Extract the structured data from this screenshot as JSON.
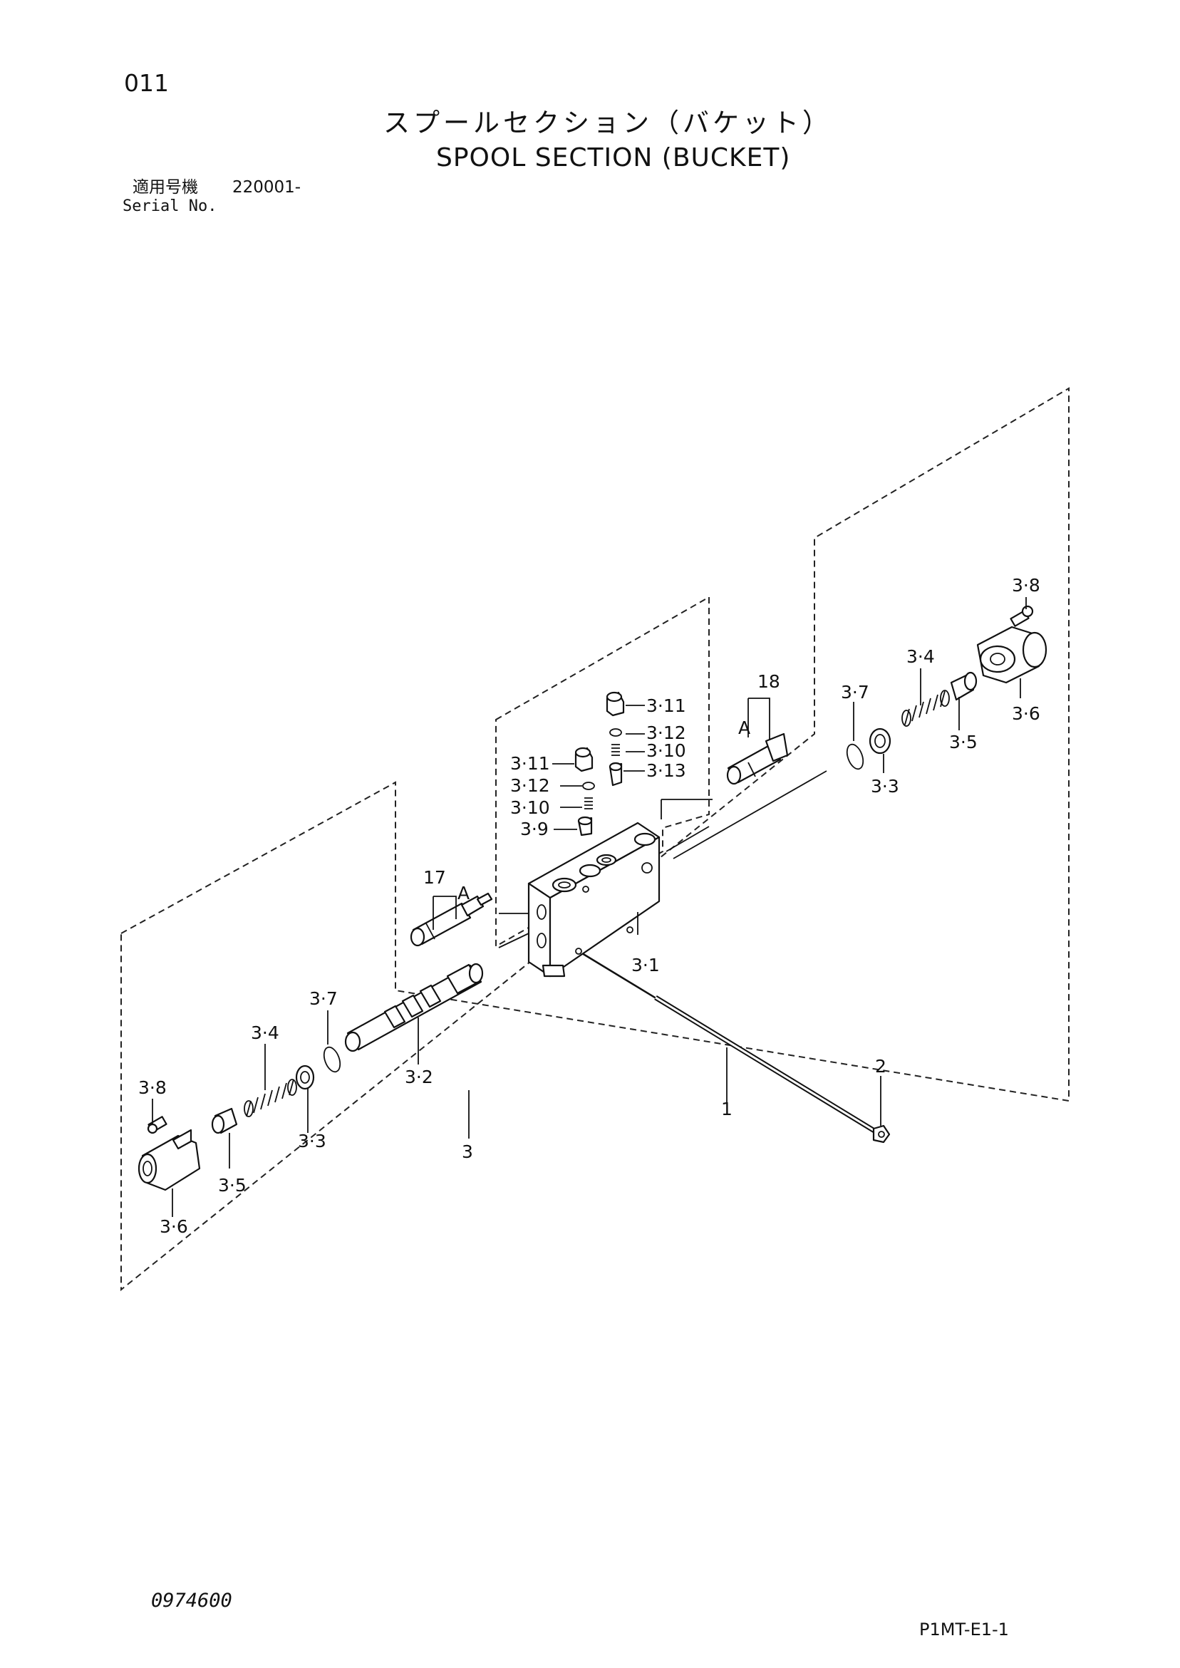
{
  "header": {
    "page_number": "011",
    "title_ja": "スプールセクション（バケット）",
    "title_en": "SPOOL SECTION (BUCKET)",
    "serial_label_ja": "適用号機",
    "serial_value": "220001-",
    "serial_label_en": "Serial No."
  },
  "footer": {
    "doc_code": "0974600",
    "page_code": "P1MT-E1-1"
  },
  "callouts": {
    "c_3_8_r": "3·8",
    "c_3_4_r": "3·4",
    "c_3_6_r": "3·6",
    "c_3_5_r": "3·5",
    "c_3_7_r": "3·7",
    "c_3_3_r": "3·3",
    "c_18": "18",
    "c_A_r": "A",
    "c_3_11_a": "3·11",
    "c_3_12_a": "3·12",
    "c_3_10_a": "3·10",
    "c_3_13": "3·13",
    "c_3_11_b": "3·11",
    "c_3_12_b": "3·12",
    "c_3_10_b": "3·10",
    "c_3_9": "3·9",
    "c_17": "17",
    "c_A_l": "A",
    "c_3_1": "3·1",
    "c_3_7_l": "3·7",
    "c_3_4_l": "3·4",
    "c_3_2": "3·2",
    "c_3_8_l": "3·8",
    "c_3_3_l": "3·3",
    "c_3_5_l": "3·5",
    "c_3_6_l": "3·6",
    "c_3": "3",
    "c_1": "1",
    "c_2": "2"
  }
}
